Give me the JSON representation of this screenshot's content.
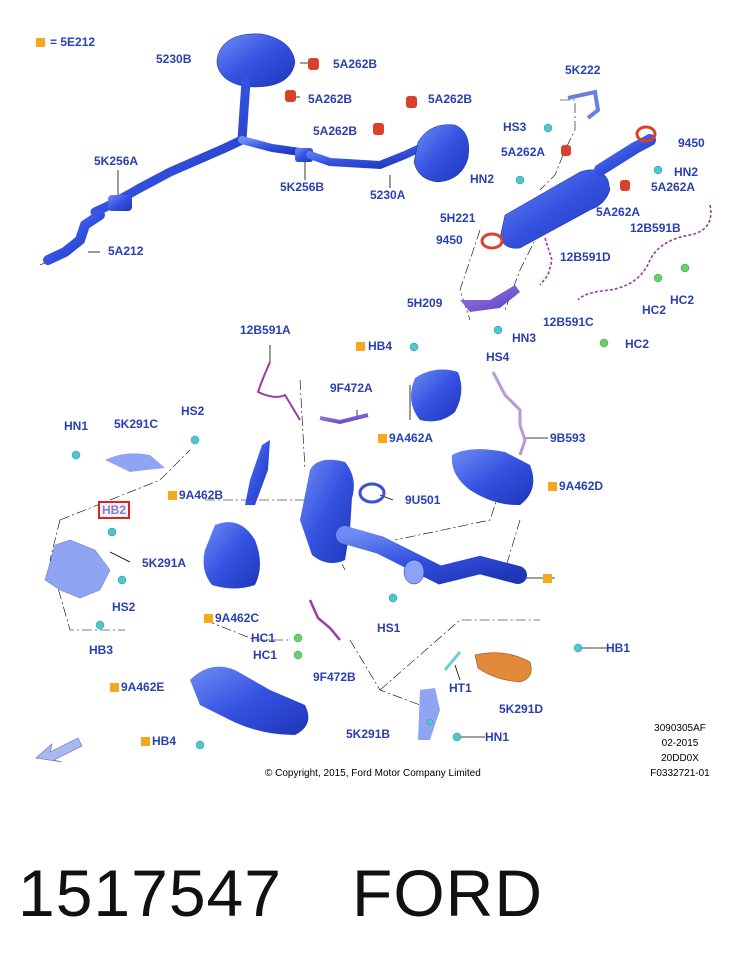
{
  "legend": {
    "text": "= 5E212",
    "color": "#f4a81d"
  },
  "parts": [
    {
      "id": "5230B",
      "code": "5230B"
    },
    {
      "id": "5A262B-1",
      "code": "5A262B"
    },
    {
      "id": "5A262B-2",
      "code": "5A262B"
    },
    {
      "id": "5A262B-3",
      "code": "5A262B"
    },
    {
      "id": "5A262B-4",
      "code": "5A262B"
    },
    {
      "id": "5K222",
      "code": "5K222"
    },
    {
      "id": "HS3",
      "code": "HS3"
    },
    {
      "id": "9450-1",
      "code": "9450"
    },
    {
      "id": "5A262A-1",
      "code": "5A262A"
    },
    {
      "id": "HN2-1",
      "code": "HN2"
    },
    {
      "id": "HN2-2",
      "code": "HN2"
    },
    {
      "id": "5A262A-2",
      "code": "5A262A"
    },
    {
      "id": "5A262A-3",
      "code": "5A262A"
    },
    {
      "id": "5K256A",
      "code": "5K256A"
    },
    {
      "id": "5K256B",
      "code": "5K256B"
    },
    {
      "id": "5230A",
      "code": "5230A"
    },
    {
      "id": "5H221",
      "code": "5H221"
    },
    {
      "id": "12B591B",
      "code": "12B591B"
    },
    {
      "id": "9450-2",
      "code": "9450"
    },
    {
      "id": "12B591D",
      "code": "12B591D"
    },
    {
      "id": "5A212",
      "code": "5A212"
    },
    {
      "id": "HC2-1",
      "code": "HC2"
    },
    {
      "id": "HC2-2",
      "code": "HC2"
    },
    {
      "id": "5H209",
      "code": "5H209"
    },
    {
      "id": "12B591C",
      "code": "12B591C"
    },
    {
      "id": "HN3",
      "code": "HN3"
    },
    {
      "id": "HC2-3",
      "code": "HC2"
    },
    {
      "id": "12B591A",
      "code": "12B591A"
    },
    {
      "id": "HB4-1",
      "code": "HB4"
    },
    {
      "id": "HS4",
      "code": "HS4"
    },
    {
      "id": "9F472A",
      "code": "9F472A"
    },
    {
      "id": "HN1-1",
      "code": "HN1"
    },
    {
      "id": "5K291C",
      "code": "5K291C"
    },
    {
      "id": "HS2-1",
      "code": "HS2"
    },
    {
      "id": "9A462A",
      "code": "9A462A"
    },
    {
      "id": "9B593",
      "code": "9B593"
    },
    {
      "id": "9A462B",
      "code": "9A462B"
    },
    {
      "id": "9U501",
      "code": "9U501"
    },
    {
      "id": "9A462D",
      "code": "9A462D"
    },
    {
      "id": "HB2",
      "code": "HB2"
    },
    {
      "id": "5K291A",
      "code": "5K291A"
    },
    {
      "id": "HS2-2",
      "code": "HS2"
    },
    {
      "id": "9A462C",
      "code": "9A462C"
    },
    {
      "id": "HS1",
      "code": "HS1"
    },
    {
      "id": "HB3",
      "code": "HB3"
    },
    {
      "id": "HC1-1",
      "code": "HC1"
    },
    {
      "id": "HC1-2",
      "code": "HC1"
    },
    {
      "id": "HB1",
      "code": "HB1"
    },
    {
      "id": "9F472B",
      "code": "9F472B"
    },
    {
      "id": "HT1",
      "code": "HT1"
    },
    {
      "id": "9A462E",
      "code": "9A462E"
    },
    {
      "id": "5K291D",
      "code": "5K291D"
    },
    {
      "id": "5K291B",
      "code": "5K291B"
    },
    {
      "id": "HN1-2",
      "code": "HN1"
    },
    {
      "id": "HB4-2",
      "code": "HB4"
    }
  ],
  "meta": [
    "3090305AF",
    "02-2015",
    "20DD0X",
    "F0332721-01"
  ],
  "copyright": "© Copyright, 2015, Ford Motor Company Limited",
  "footer": {
    "part_number": "1517547",
    "brand": "FORD"
  }
}
